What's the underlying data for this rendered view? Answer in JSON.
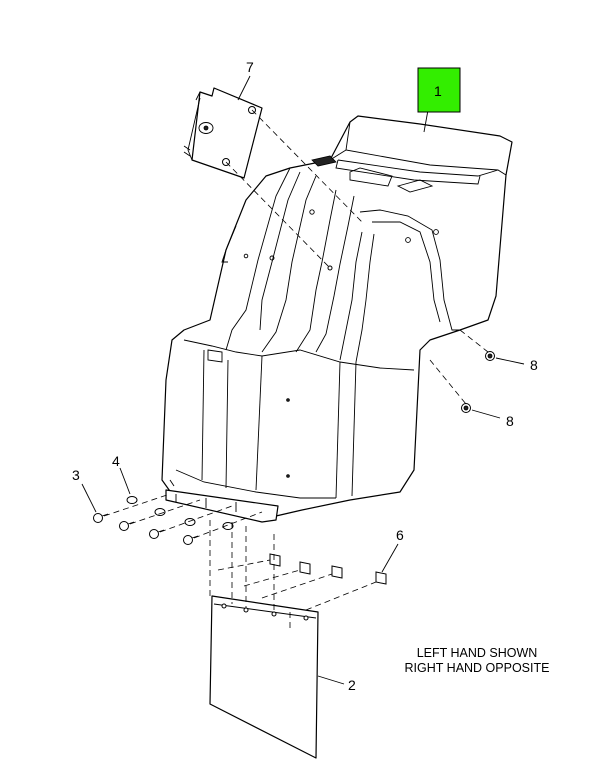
{
  "diagram": {
    "callouts": [
      {
        "id": "callout-1",
        "label": "1"
      },
      {
        "id": "callout-2",
        "label": "2"
      },
      {
        "id": "callout-3",
        "label": "3"
      },
      {
        "id": "callout-4",
        "label": "4"
      },
      {
        "id": "callout-6",
        "label": "6"
      },
      {
        "id": "callout-7",
        "label": "7"
      },
      {
        "id": "callout-8-upper",
        "label": "8"
      },
      {
        "id": "callout-8-lower",
        "label": "8"
      }
    ],
    "highlight_color": "#33ee00",
    "note": {
      "line1": "LEFT HAND SHOWN",
      "line2": "RIGHT HAND OPPOSITE"
    }
  }
}
